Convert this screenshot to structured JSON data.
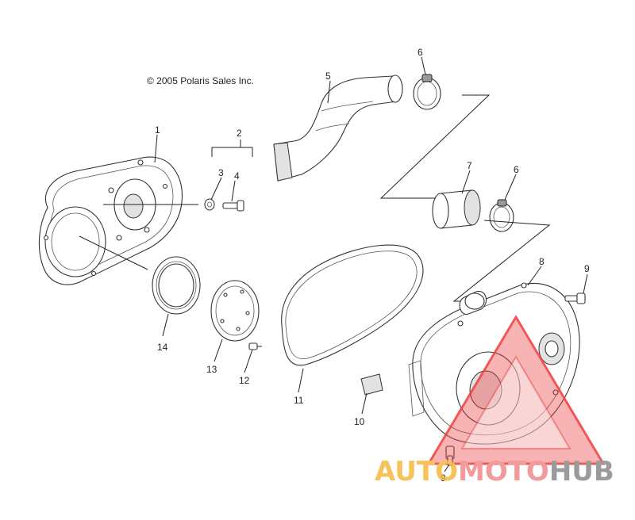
{
  "copyright": "© 2005 Polaris Sales Inc.",
  "labels": {
    "p1": "1",
    "p2": "2",
    "p3": "3",
    "p4": "4",
    "p5": "5",
    "p6a": "6",
    "p6b": "6",
    "p7": "7",
    "p8": "8",
    "p9a": "9",
    "p9b": "9",
    "p10": "10",
    "p11": "11",
    "p12": "12",
    "p13": "13",
    "p14": "14"
  },
  "watermark": {
    "part1": "AUTO",
    "part2": "MOTO",
    "part3": "HUB",
    "colors": {
      "auto": "#f5b83d",
      "moto": "#f08a8a",
      "hub": "#8a8a8a",
      "triangle": "#ee3b3b"
    }
  }
}
